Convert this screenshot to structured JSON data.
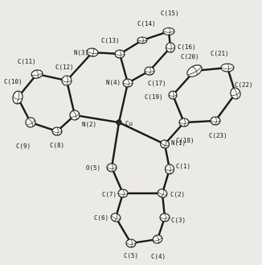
{
  "colors": {
    "background": "#eceae6",
    "ink": "#1a1a1a",
    "atom_fill": "#f7f6f2"
  },
  "atoms": [
    {
      "id": "Cu"
    },
    {
      "id": "N1",
      "label": "N(1)"
    },
    {
      "id": "N2",
      "label": "N(2)"
    },
    {
      "id": "N3",
      "label": "N(3)"
    },
    {
      "id": "N4",
      "label": "N(4)"
    },
    {
      "id": "O5",
      "label": "O(5)"
    },
    {
      "id": "C1",
      "label": "C(1)"
    },
    {
      "id": "C2",
      "label": "C(2)"
    },
    {
      "id": "C3",
      "label": "C(3)"
    },
    {
      "id": "C4",
      "label": "C(4)"
    },
    {
      "id": "C5",
      "label": "C(5)"
    },
    {
      "id": "C6",
      "label": "C(6)"
    },
    {
      "id": "C7",
      "label": "C(7)"
    },
    {
      "id": "C8",
      "label": "C(8)"
    },
    {
      "id": "C9",
      "label": "C(9)"
    },
    {
      "id": "C10",
      "label": "C(10)"
    },
    {
      "id": "C11",
      "label": "C(11)"
    },
    {
      "id": "C12",
      "label": "C(12)"
    },
    {
      "id": "C13",
      "label": "C(13)"
    },
    {
      "id": "C14",
      "label": "C(14)"
    },
    {
      "id": "C15",
      "label": "C(15)"
    },
    {
      "id": "C16",
      "label": "C(16)"
    },
    {
      "id": "C17",
      "label": "C(17)"
    },
    {
      "id": "C18",
      "label": "C(18)"
    },
    {
      "id": "C19",
      "label": "C(19)"
    },
    {
      "id": "C20",
      "label": "C(20)"
    },
    {
      "id": "C21",
      "label": "C(21)"
    },
    {
      "id": "C22",
      "label": "C(22)"
    },
    {
      "id": "C23",
      "label": "C(23)"
    }
  ],
  "center_label": "Cu",
  "bonds": [
    [
      "Cu",
      "N1"
    ],
    [
      "Cu",
      "N2"
    ],
    [
      "Cu",
      "N4"
    ],
    [
      "Cu",
      "O5"
    ],
    [
      "N1",
      "C1"
    ],
    [
      "C1",
      "C2"
    ],
    [
      "C2",
      "C3"
    ],
    [
      "C3",
      "C4"
    ],
    [
      "C4",
      "C5"
    ],
    [
      "C5",
      "C6"
    ],
    [
      "C6",
      "C7"
    ],
    [
      "C7",
      "C2"
    ],
    [
      "C7",
      "O5"
    ],
    [
      "N1",
      "C18"
    ],
    [
      "C18",
      "C19"
    ],
    [
      "C19",
      "C20"
    ],
    [
      "C20",
      "C21"
    ],
    [
      "C21",
      "C22"
    ],
    [
      "C22",
      "C23"
    ],
    [
      "C23",
      "C18"
    ],
    [
      "N2",
      "C8"
    ],
    [
      "C8",
      "C9"
    ],
    [
      "C9",
      "C10"
    ],
    [
      "C10",
      "C11"
    ],
    [
      "C11",
      "C12"
    ],
    [
      "C12",
      "N2"
    ],
    [
      "C12",
      "N3"
    ],
    [
      "N3",
      "C13"
    ],
    [
      "C13",
      "C14"
    ],
    [
      "C14",
      "C15"
    ],
    [
      "C15",
      "C16"
    ],
    [
      "C16",
      "C17"
    ],
    [
      "C17",
      "N4"
    ],
    [
      "N4",
      "C13"
    ]
  ]
}
